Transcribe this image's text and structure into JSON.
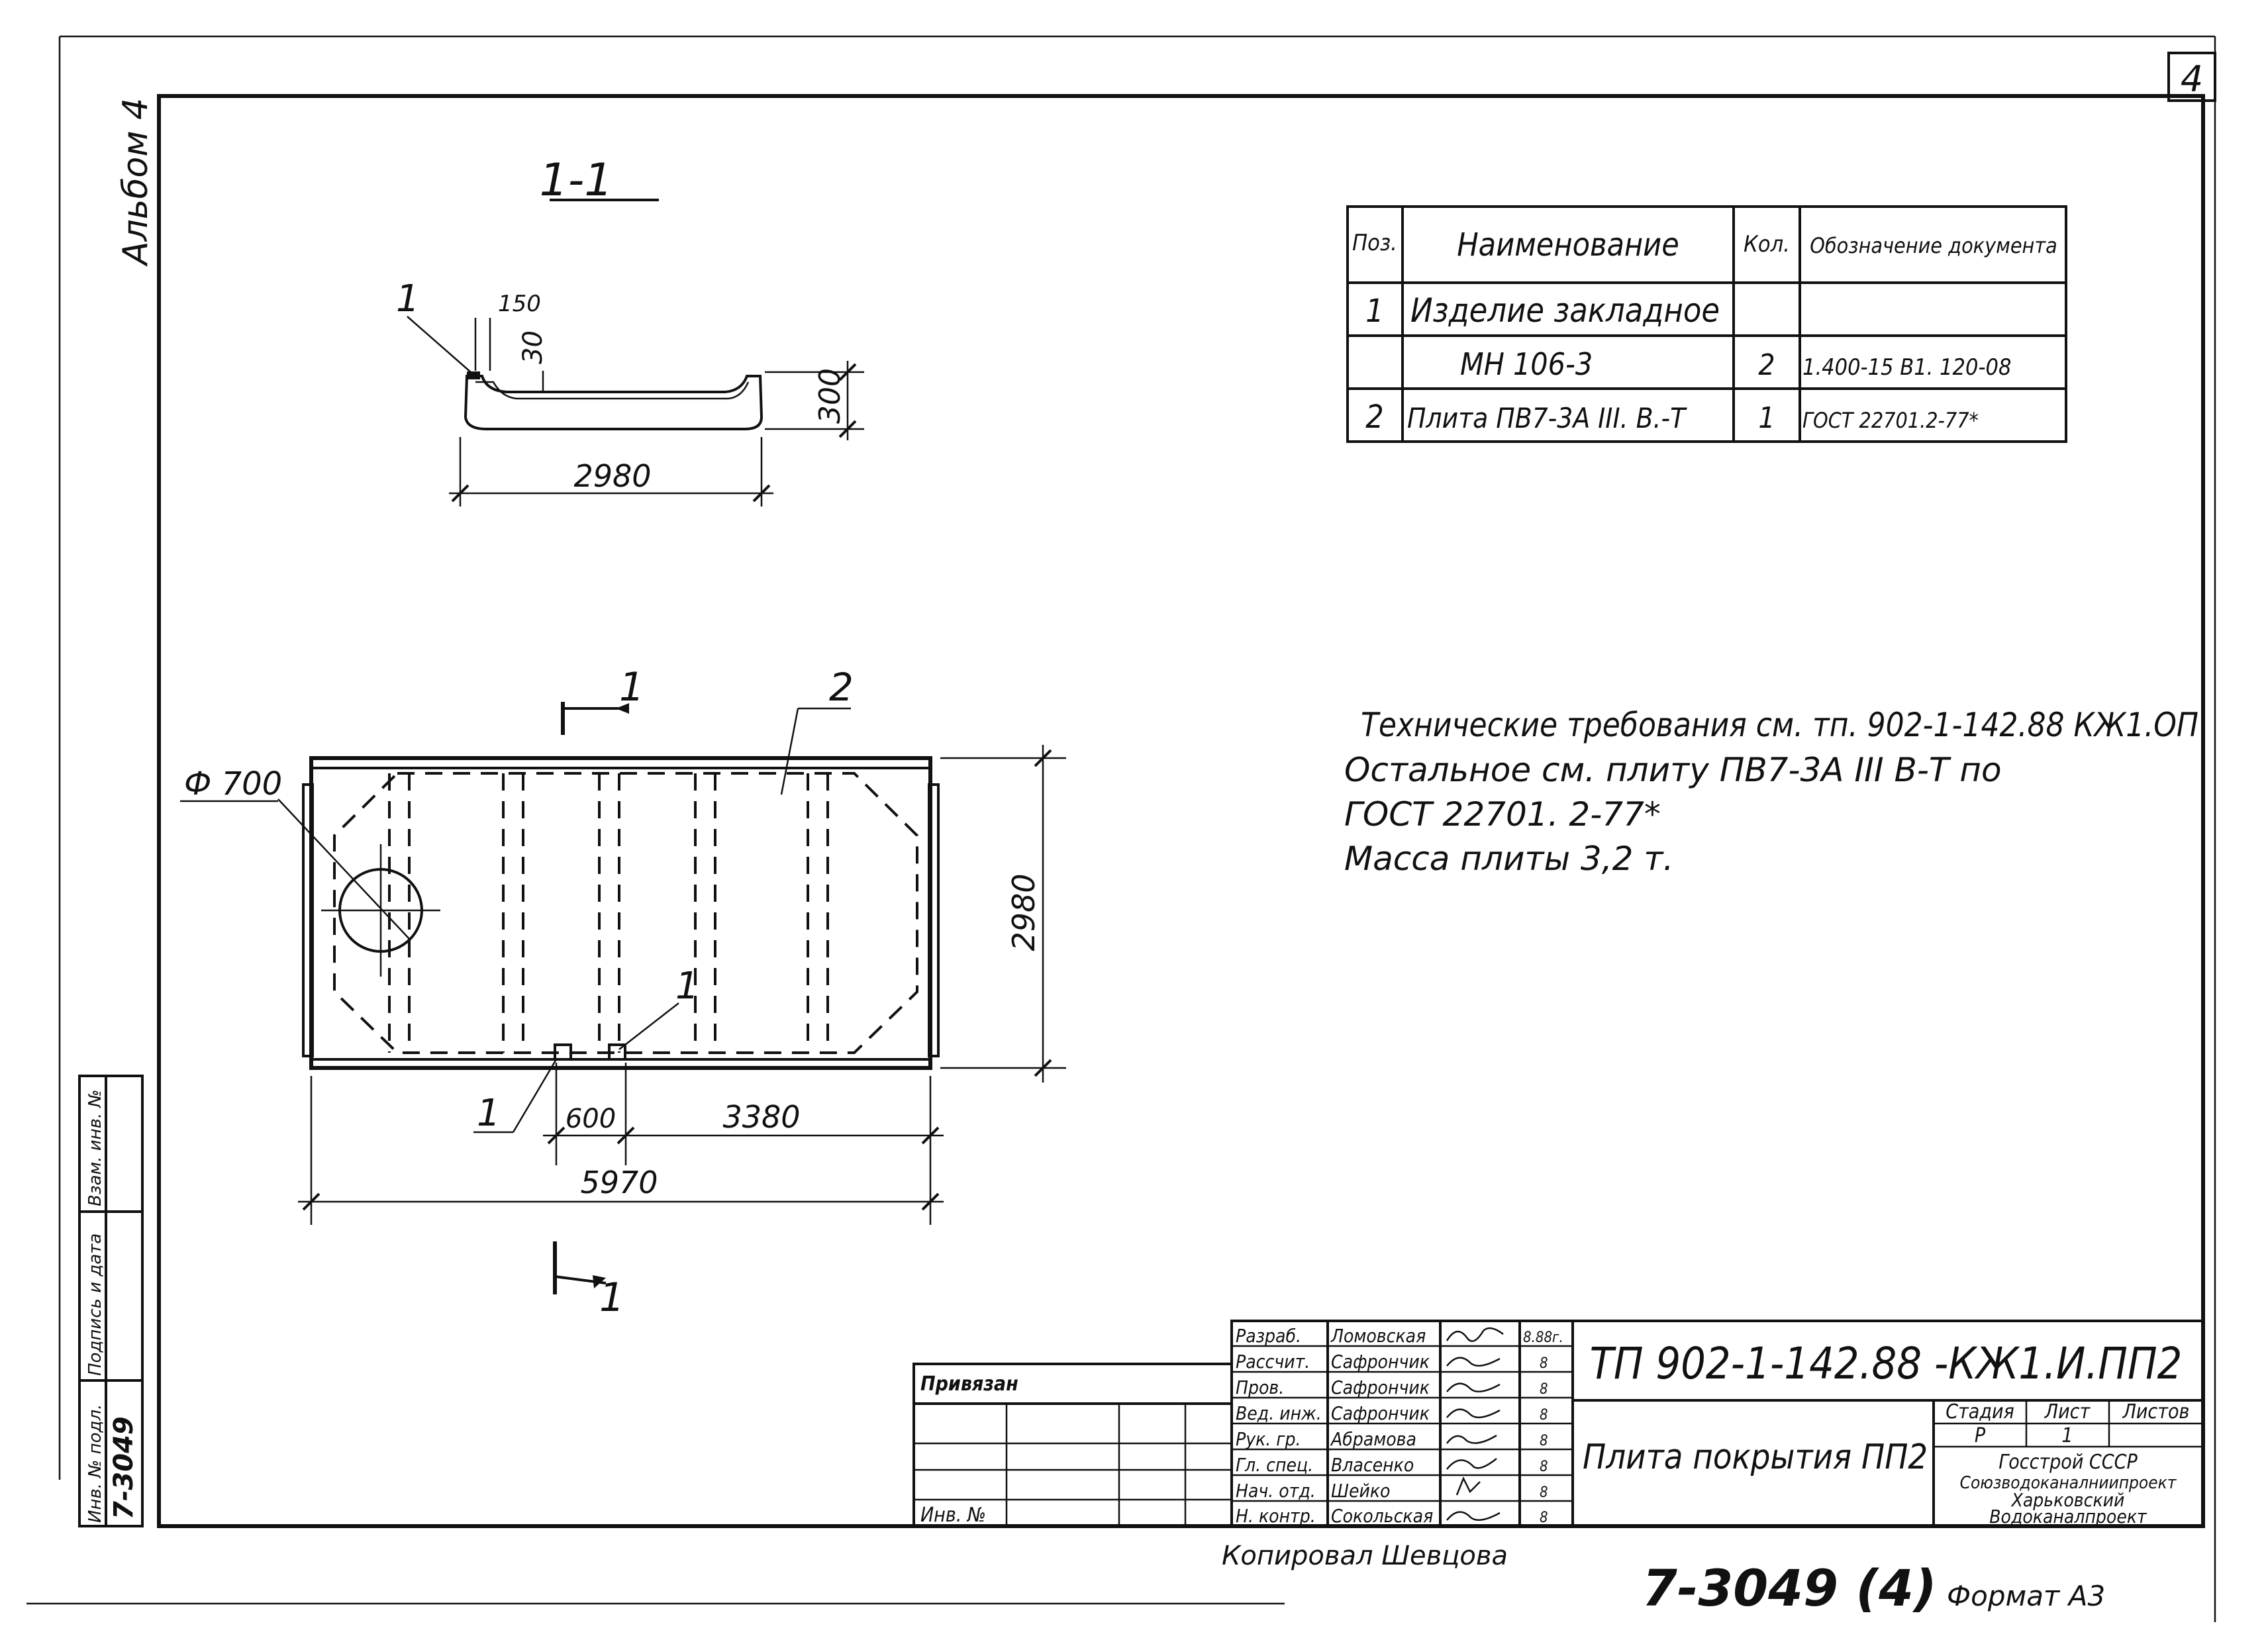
{
  "sheet": {
    "sheet_number": "4",
    "album": "Альбом 4",
    "format": "Формат А3",
    "copied_by": "Копировал Шевцова",
    "archive_number": "7-3049 (4)",
    "stamp_code": "7-3049"
  },
  "section": {
    "title": "1-1",
    "callout_1": "1",
    "dim_150": "150",
    "dim_30": "30",
    "dim_300": "300",
    "dim_2980": "2980"
  },
  "plan": {
    "section_mark_top": "1",
    "section_mark_bottom": "1",
    "callout_2": "2",
    "callout_1a": "1",
    "callout_1b": "1",
    "hole_label": "Ф 700",
    "dim_height": "2980",
    "dim_600": "600",
    "dim_3380": "3380",
    "dim_5970": "5970"
  },
  "spec_table": {
    "headers": [
      "Поз.",
      "Наименование",
      "Кол.",
      "Обозначение документа"
    ],
    "rows": [
      [
        "1",
        "Изделие закладное",
        "",
        ""
      ],
      [
        "",
        "МН 106-3",
        "2",
        "1.400-15 В1. 120-08"
      ],
      [
        "2",
        "Плита ПВ7-3А III. В.-Т",
        "1",
        "ГОСТ 22701.2-77*"
      ]
    ]
  },
  "notes": [
    "Технические требования см. тп. 902-1-142.88 КЖ1.ОП",
    "Остальное см. плиту ПВ7-3А III В-Т по",
    "ГОСТ 22701. 2-77*",
    "Масса плиты 3,2 т."
  ],
  "left_stamp": {
    "labels": [
      "Инв. № подл.",
      "Подпись и дата",
      "Взам. инв. №"
    ]
  },
  "title_block": {
    "privyazan": "Привязан",
    "inv_no": "Инв. №",
    "roles": [
      {
        "role": "Разраб.",
        "name": "Ломовская",
        "date": "8.88г."
      },
      {
        "role": "Рассчит.",
        "name": "Сафрончик",
        "date": "8"
      },
      {
        "role": "Пров.",
        "name": "Сафрончик",
        "date": "8"
      },
      {
        "role": "Вед. инж.",
        "name": "Сафрончик",
        "date": "8"
      },
      {
        "role": "Рук. гр.",
        "name": "Абрамова",
        "date": "8"
      },
      {
        "role": "Гл. спец.",
        "name": "Власенко",
        "date": "8"
      },
      {
        "role": "Нач. отд.",
        "name": "Шейко",
        "date": "8"
      },
      {
        "role": "Н. контр.",
        "name": "Сокольская",
        "date": "8"
      }
    ],
    "doc_code": "ТП 902-1-142.88 -КЖ1.И.ПП2",
    "name": "Плита покрытия ПП2",
    "stage_label": "Стадия",
    "sheet_label": "Лист",
    "sheets_label": "Листов",
    "stage": "Р",
    "sheet": "1",
    "org": [
      "Госстрой СССР",
      "Союзводоканалниипроект",
      "Харьковский",
      "Водоканалпроект"
    ]
  }
}
